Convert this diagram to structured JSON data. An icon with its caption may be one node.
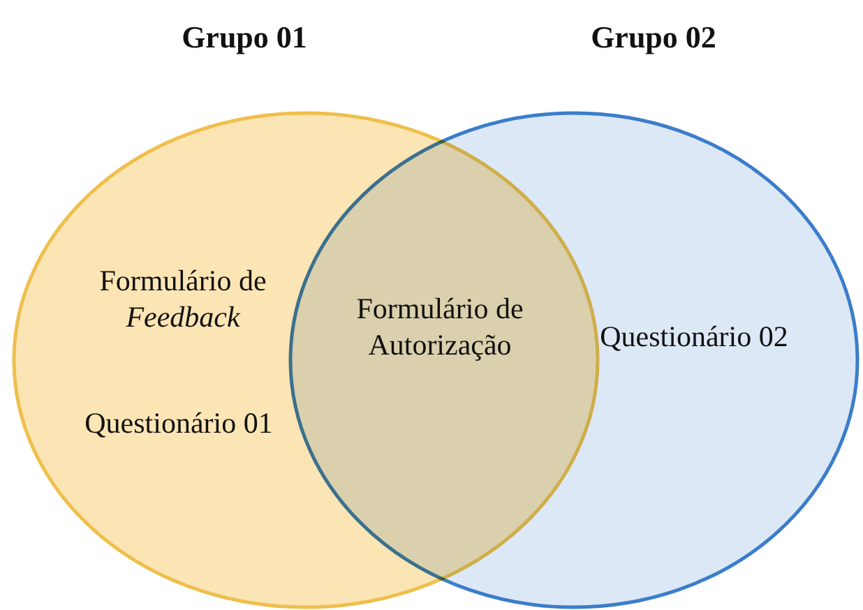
{
  "diagram": {
    "nodes": [
      {
        "text": [
          "Grupo 01",
          "Formulário de *Feedback*",
          "Questionário 01"
        ]
      },
      {
        "text": [
          "Grupo 02",
          "Questionário 02"
        ]
      }
    ],
    "edges": [],
    "labels": [
      "Formulário de Autorização"
    ]
  }
}
